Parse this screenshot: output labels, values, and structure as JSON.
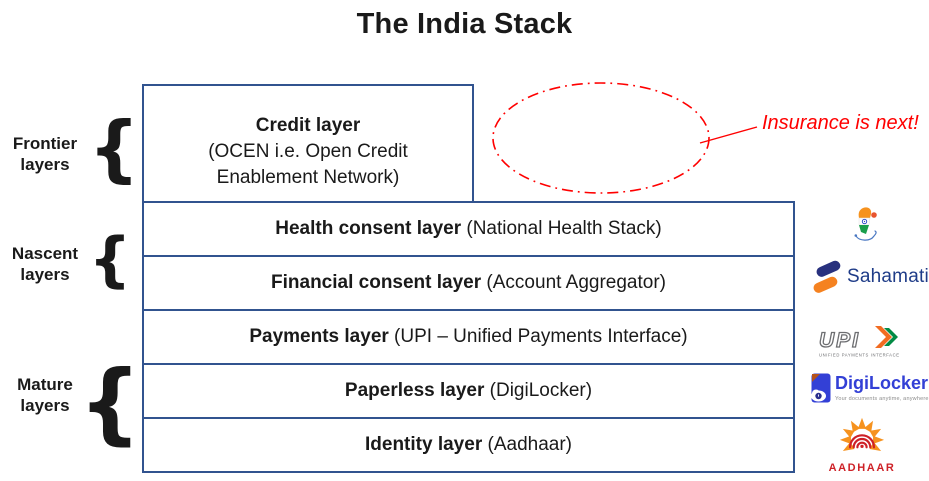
{
  "title": "The India Stack",
  "groups": [
    {
      "line1": "Frontier",
      "line2": "layers"
    },
    {
      "line1": "Nascent",
      "line2": "layers"
    },
    {
      "line1": "Mature",
      "line2": "layers"
    }
  ],
  "brace_glyph": "{",
  "credit_box": {
    "title": "Credit layer",
    "subtitle": "(OCEN i.e. Open Credit Enablement Network)"
  },
  "rows": [
    {
      "bold": "Health consent layer",
      "rest": " (National Health Stack)"
    },
    {
      "bold": "Financial consent layer",
      "rest": " (Account Aggregator)"
    },
    {
      "bold": "Payments layer",
      "rest": " (UPI – Unified Payments Interface)"
    },
    {
      "bold": "Paperless layer",
      "rest": " (DigiLocker)"
    },
    {
      "bold": "Identity layer",
      "rest": " (Aadhaar)"
    }
  ],
  "annotation": {
    "text": "Insurance is next!"
  },
  "logos": {
    "sahamati": {
      "text": "Sahamati"
    },
    "upi": {
      "text": "UPI",
      "tagline": "UNIFIED PAYMENTS INTERFACE"
    },
    "digilocker": {
      "text": "DigiLocker",
      "tagline": "Your documents anytime, anywhere"
    },
    "aadhaar": {
      "text": "AADHAAR"
    }
  },
  "colors": {
    "box_border": "#31538F",
    "annotation_red": "#FF0000",
    "sahamati_navy": "#28317E",
    "sahamati_orange": "#F58220",
    "sahamati_text": "#1F3C88",
    "upi_grey": "#6D6E71",
    "upi_orange": "#F26C21",
    "upi_green": "#038B45",
    "digilocker_blue": "#3340D6",
    "digilocker_fold": "#B4521B",
    "digilocker_tagline": "#8C8C8C",
    "aadhaar_orange": "#F6921E",
    "aadhaar_red": "#CE2127"
  }
}
